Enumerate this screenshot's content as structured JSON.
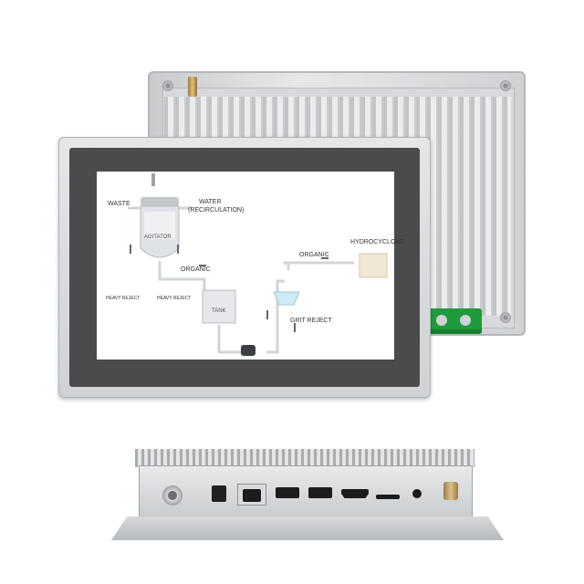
{
  "diagram": {
    "labels": {
      "waste": "WASTE",
      "water_line1": "WATER",
      "water_line2": "(RECIRCULATION)",
      "agitator": "AGITATOR",
      "organic_top": "ORGANIC",
      "organic_mid": "ORGANIC",
      "hydrocyclone": "HYDROCYCLONE",
      "heavy_reject_1": "HEAVY REJECT",
      "heavy_reject_2": "HEAVY REJECT",
      "tank": "TANK",
      "grit_reject": "GRIT REJECT"
    }
  },
  "colors": {
    "connector_green": "#1f9a3e",
    "bezel": "#4a4b4c",
    "housing": "#d7d9dc"
  },
  "icons": [
    "antenna-connector",
    "terminal-block",
    "power-button",
    "dc-jack",
    "ethernet-port",
    "usb-port",
    "usb-port",
    "hdmi-port",
    "sd-card-slot",
    "audio-jack",
    "antenna-connector"
  ]
}
